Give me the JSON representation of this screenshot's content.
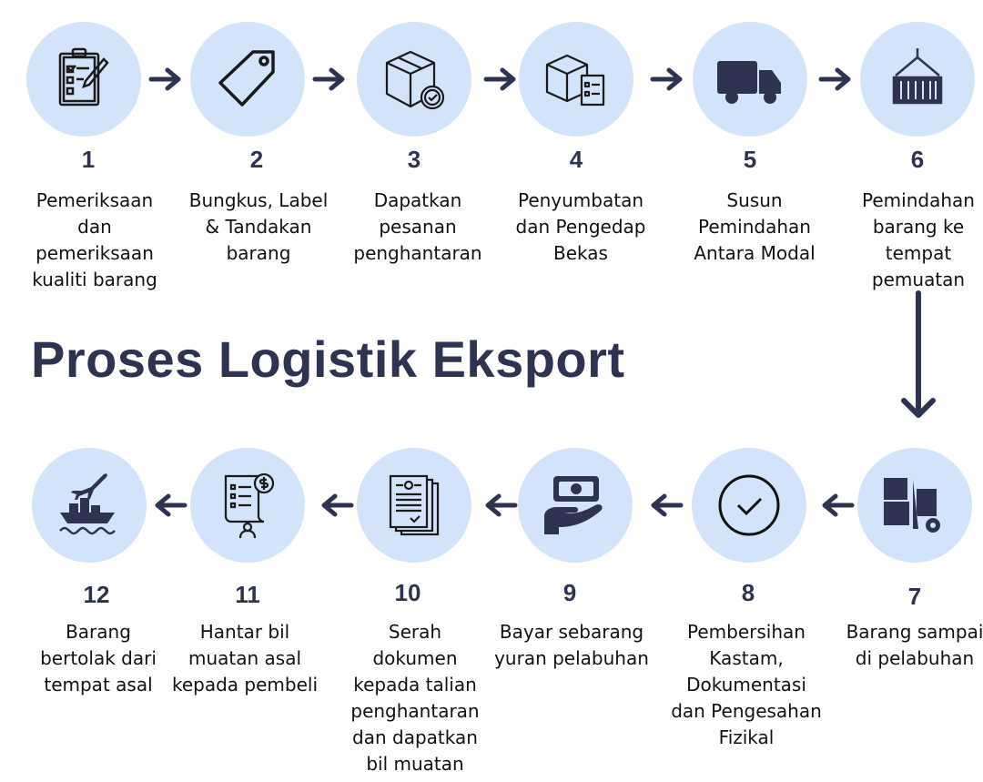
{
  "title": "Proses Logistik Eksport",
  "colors": {
    "circle": "#d3e3fa",
    "accent": "#2f3352"
  },
  "steps": [
    {
      "number": "1",
      "icon": "clipboard-checklist-icon",
      "lines": [
        "Pemeriksaan",
        "dan",
        "pemeriksaan",
        "kualiti barang"
      ]
    },
    {
      "number": "2",
      "icon": "tag-icon",
      "lines": [
        "Bungkus, Label",
        "& Tandakan",
        "barang"
      ]
    },
    {
      "number": "3",
      "icon": "box-check-icon",
      "lines": [
        "Dapatkan",
        "pesanan",
        "penghantaran"
      ]
    },
    {
      "number": "4",
      "icon": "box-checklist-icon",
      "lines": [
        "Penyumbatan",
        "dan Pengedap",
        "Bekas"
      ]
    },
    {
      "number": "5",
      "icon": "truck-icon",
      "lines": [
        "Susun",
        "Pemindahan",
        "Antara Modal"
      ]
    },
    {
      "number": "6",
      "icon": "crane-container-icon",
      "lines": [
        "Pemindahan",
        "barang ke",
        "tempat",
        "pemuatan"
      ]
    },
    {
      "number": "7",
      "icon": "forklift-container-icon",
      "lines": [
        "Barang sampai",
        "di pelabuhan"
      ]
    },
    {
      "number": "8",
      "icon": "check-circle-icon",
      "lines": [
        "Pembersihan",
        "Kastam,",
        "Dokumentasi",
        "dan Pengesahan",
        "Fizikal"
      ]
    },
    {
      "number": "9",
      "icon": "hand-money-icon",
      "lines": [
        "Bayar sebarang",
        "yuran pelabuhan"
      ]
    },
    {
      "number": "10",
      "icon": "documents-icon",
      "lines": [
        "Serah",
        "dokumen",
        "kepada talian",
        "penghantaran",
        "dan dapatkan",
        "bil muatan"
      ]
    },
    {
      "number": "11",
      "icon": "invoice-person-icon",
      "lines": [
        "Hantar bil",
        "muatan asal",
        "kepada pembeli"
      ]
    },
    {
      "number": "12",
      "icon": "plane-ship-icon",
      "lines": [
        "Barang",
        "bertolak dari",
        "tempat asal"
      ]
    }
  ]
}
